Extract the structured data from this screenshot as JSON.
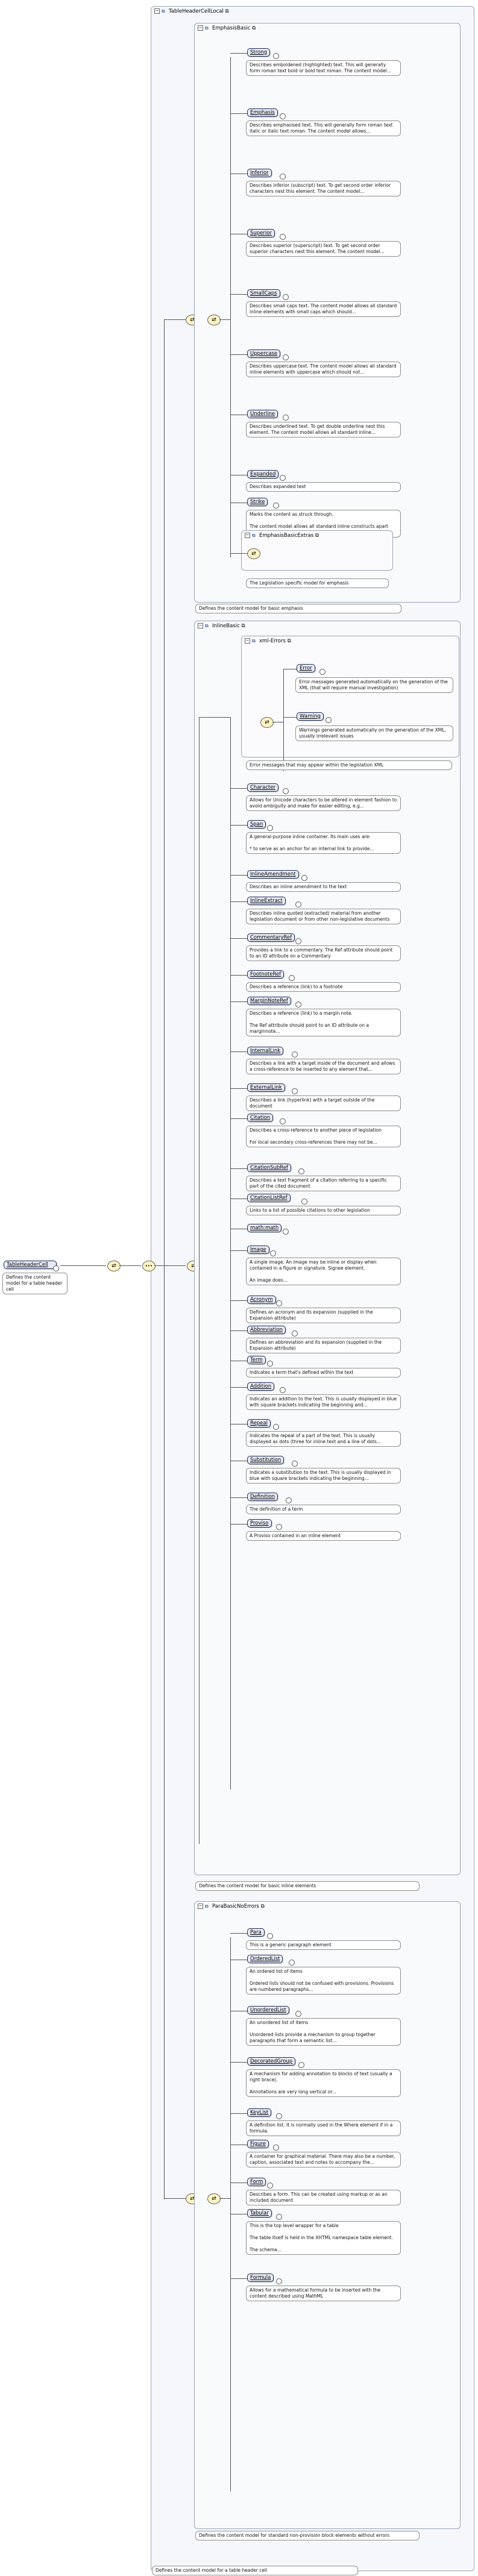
{
  "root": {
    "label": "TableHeaderCell",
    "description": "Defines the content model for a table header cell"
  },
  "group_outer": {
    "title": "TableHeaderCellLocal",
    "description": "Defines the content model for a table header cell"
  },
  "emphasis": {
    "title": "EmphasisBasic",
    "description": "Defines the content model for basic emphasis",
    "items": [
      {
        "label": "Strong",
        "desc": "Describes emboldened (highlighted) text. This will generally form roman text bold or bold text roman. The content model..."
      },
      {
        "label": "Emphasis",
        "desc": "Describes emphasised text. This will generally form roman text italic or italic text roman. The content model allows..."
      },
      {
        "label": "Inferior",
        "desc": "Describes inferior (subscript) text. To get second order inferior characters nest this element. The content model..."
      },
      {
        "label": "Superior",
        "desc": "Describes superior (superscript) text. To get second order superior characters nest this element. The content model..."
      },
      {
        "label": "SmallCaps",
        "desc": "Describes small caps text. The content model allows all standard inline elements with small caps which should..."
      },
      {
        "label": "Uppercase",
        "desc": "Describes uppercase text. The content model allows all standard inline elements with uppercase which should not..."
      },
      {
        "label": "Underline",
        "desc": "Describes underlined text. To get double underline nest this element. The content model allows all standard inline..."
      },
      {
        "label": "Expanded",
        "desc": "Describes expanded text"
      },
      {
        "label": "Strike",
        "desc": "Marks the content as struck through.\n\nThe content model allows all standard inline constructs apart from Strike which..."
      }
    ],
    "extras": {
      "title": "EmphasisBasicExtras",
      "description": "The Legislation specific model for emphasis"
    }
  },
  "inline": {
    "title": "InlineBasic",
    "description": "Defines the content model for basic inline elements",
    "errors": {
      "title": "xml-Errors",
      "description": "Error messages that may appear within the legislation XML",
      "items": [
        {
          "label": "Error",
          "desc": "Error messages generated automatically on the generation of the XML (that will require manual investigation)"
        },
        {
          "label": "Warning",
          "desc": "Warnings generated automatically on the generation of the XML, usually irrelevant issues"
        }
      ]
    },
    "items": [
      {
        "label": "Character",
        "desc": "Allows for Unicode characters to be altered in element fashion to avoid ambiguity and make for easier editing, e.g..."
      },
      {
        "label": "Span",
        "desc": "A general-purpose inline container. Its main uses are:\n\n* to serve as an anchor for an internal link to provide..."
      },
      {
        "label": "InlineAmendment",
        "desc": "Describes an inline amendment to the text"
      },
      {
        "label": "InlineExtract",
        "desc": "Describes inline quoted (extracted) material from another legislation document or from other non-legislative documents"
      },
      {
        "label": "CommentaryRef",
        "desc": "Provides a link to a commentary. The Ref attribute should point to an ID attribute on a Commentary"
      },
      {
        "label": "FootnoteRef",
        "desc": "Describes a reference (link) to a footnote"
      },
      {
        "label": "MarginNoteRef",
        "desc": "Describes a reference (link) to a margin note.\n\nThe Ref attribute should point to an ID attribute on a marginnote..."
      },
      {
        "label": "InternalLink",
        "desc": "Describes a link with a target inside of the document and allows a cross-reference to be inserted to any element that..."
      },
      {
        "label": "ExternalLink",
        "desc": "Describes a link (hyperlink) with a target outside of the document"
      },
      {
        "label": "Citation",
        "desc": "Describes a cross-reference to another piece of legislation\n\nFor local secondary cross-references there may not be..."
      },
      {
        "label": "CitationSubRef",
        "desc": "Describes a text fragment of a citation referring to a specific part of the cited document"
      },
      {
        "label": "CitationListRef",
        "desc": "Links to a list of possible citations to other legislation"
      },
      {
        "label": "math:math",
        "desc": ""
      },
      {
        "label": "Image",
        "desc": "A single image. An image may be inline or display when contained in a figure or signature. Signee element.\n\nAn image does..."
      },
      {
        "label": "Acronym",
        "desc": "Defines an acronym and its expansion (supplied in the Expansion attribute)"
      },
      {
        "label": "Abbreviation",
        "desc": "Defines an abbreviation and its expansion (supplied in the Expansion attribute)"
      },
      {
        "label": "Term",
        "desc": "Indicates a term that's defined within the text"
      },
      {
        "label": "Addition",
        "desc": "Indicates an addition to the text. This is usually displayed in blue with square brackets indicating the beginning and..."
      },
      {
        "label": "Repeal",
        "desc": "Indicates the repeal of a part of the text. This is usually displayed as dots (three for inline text and a line of dots..."
      },
      {
        "label": "Substitution",
        "desc": "Indicates a substitution to the text. This is usually displayed in blue with square brackets indicating the beginning..."
      },
      {
        "label": "Definition",
        "desc": "The definition of a term"
      },
      {
        "label": "Proviso",
        "desc": "A Proviso contained in an inline element"
      }
    ]
  },
  "para": {
    "title": "ParaBasicNoErrors",
    "description": "Defines the content model for standard non-provision block elements without errors",
    "items": [
      {
        "label": "Para",
        "desc": "This is a generic paragraph element"
      },
      {
        "label": "OrderedList",
        "desc": "An ordered list of items\n\nOrdered lists should not be confused with provisions. Provisions are numbered paragraphs..."
      },
      {
        "label": "UnorderedList",
        "desc": "An unordered list of items\n\nUnordered lists provide a mechanism to group together paragraphs that form a semantic list..."
      },
      {
        "label": "DecoratedGroup",
        "desc": "A mechanism for adding annotation to blocks of text (usually a right brace).\n\nAnnotations are very long vertical or..."
      },
      {
        "label": "KeyList",
        "desc": "A definition list. It is normally used in the Where element if in a formula."
      },
      {
        "label": "Figure",
        "desc": "A container for graphical material. There may also be a number, caption, associated text and notes to accompany the..."
      },
      {
        "label": "Form",
        "desc": "Describes a form. This can be created using markup or as an included document"
      },
      {
        "label": "Tabular",
        "desc": "This is the top level wrapper for a table\n\nThe table itself is held in the XHTML namespace table element.\n\nThe schema..."
      },
      {
        "label": "Formula",
        "desc": "Allows for a mathematical formula to be inserted with the content described using MathML"
      }
    ]
  }
}
